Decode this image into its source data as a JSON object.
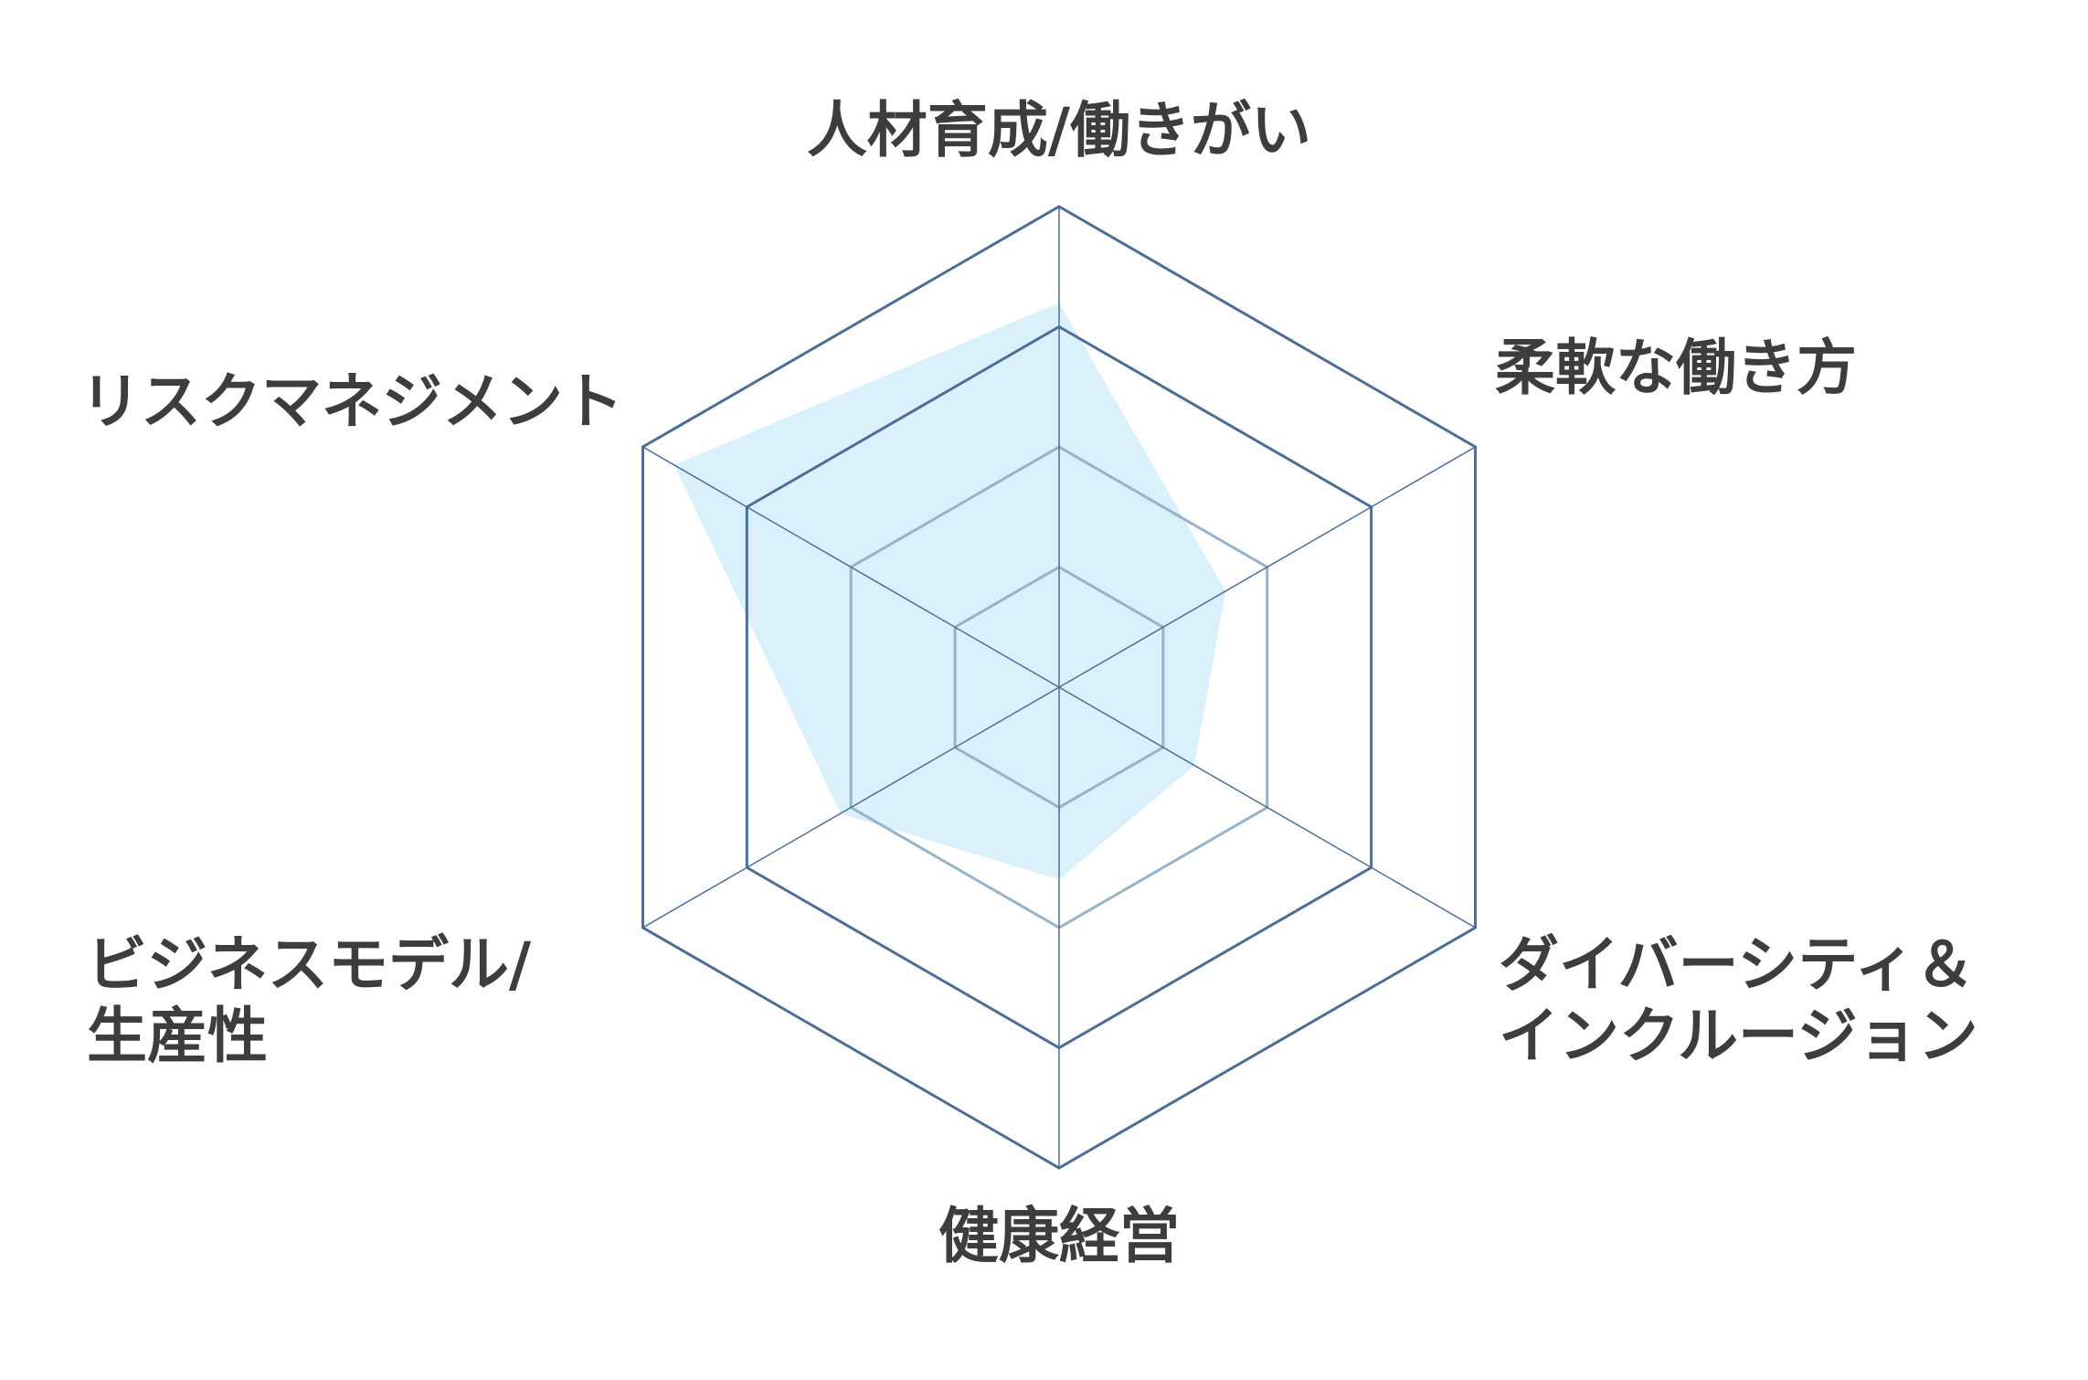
{
  "chart_data": {
    "type": "radar",
    "title": "",
    "categories": [
      "人材育成/働きがい",
      "柔軟な働き方",
      "ダイバーシティ＆インクルージョン",
      "健康経営",
      "ビジネスモデル/生産性",
      "リスクマネジメント"
    ],
    "category_label_lines": [
      [
        "人材育成/働きがい"
      ],
      [
        "柔軟な働き方"
      ],
      [
        "ダイバーシティ＆",
        "インクルージョン"
      ],
      [
        "健康経営"
      ],
      [
        "ビジネスモデル/",
        "生産性"
      ],
      [
        "リスクマネジメント"
      ]
    ],
    "series": [
      {
        "values": [
          3.2,
          1.6,
          1.3,
          1.6,
          2.1,
          3.7
        ]
      }
    ],
    "rlim": [
      0,
      4
    ],
    "ring_levels": [
      1,
      2,
      3,
      4
    ],
    "grid": true,
    "legend": "none",
    "colors": {
      "fill": "#d6effb",
      "fill_opacity": 0.9,
      "grid_outer": "#4c6e96",
      "grid_mid": "#4c6e96",
      "grid_inner": "#97b3c8",
      "spoke": "#4c6e96",
      "label": "#3d3d3d"
    }
  }
}
